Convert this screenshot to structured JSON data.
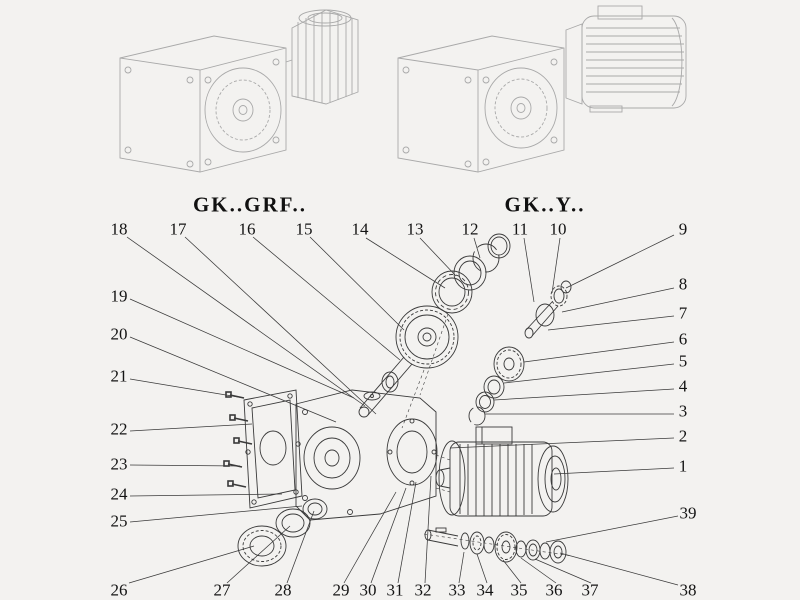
{
  "titles": {
    "left": "GK..GRF..",
    "right": "GK..Y.."
  },
  "callouts": [
    "18",
    "17",
    "16",
    "15",
    "14",
    "13",
    "12",
    "11",
    "10",
    "9",
    "8",
    "7",
    "6",
    "5",
    "4",
    "3",
    "2",
    "1",
    "39",
    "38",
    "19",
    "20",
    "21",
    "22",
    "23",
    "24",
    "25",
    "26",
    "27",
    "28",
    "29",
    "30",
    "31",
    "32",
    "33",
    "34",
    "35",
    "36",
    "37"
  ],
  "colors": {
    "line": "#3a3a3a",
    "faded_line": "#a9a9a9",
    "background": "#f3f2f0",
    "text": "#141414"
  }
}
